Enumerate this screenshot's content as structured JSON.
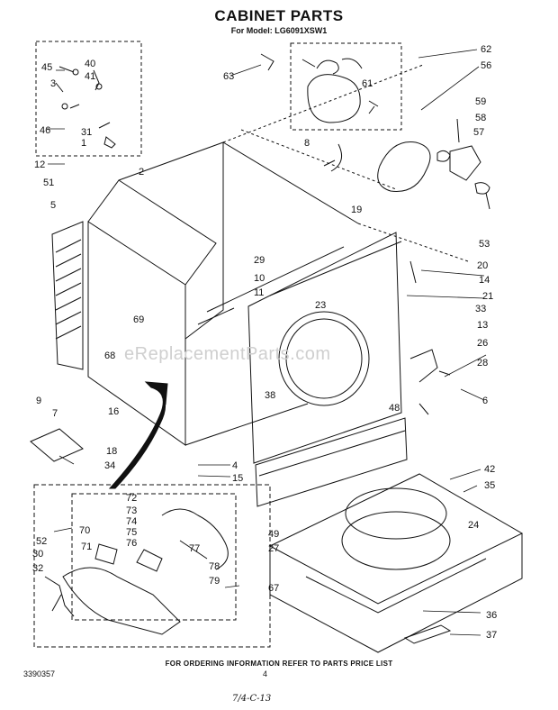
{
  "header": {
    "title": "CABINET PARTS",
    "model_line": "For Model: LG6091XSW1"
  },
  "watermark": "eReplacementParts.com",
  "callouts": [
    "62",
    "56",
    "63",
    "61",
    "45",
    "40",
    "41",
    "3",
    "31",
    "46",
    "1",
    "12",
    "2",
    "51",
    "5",
    "8",
    "59",
    "58",
    "57",
    "53",
    "19",
    "20",
    "14",
    "21",
    "29",
    "10",
    "11",
    "33",
    "13",
    "26",
    "28",
    "23",
    "69",
    "68",
    "38",
    "6",
    "9",
    "7",
    "16",
    "18",
    "34",
    "4",
    "15",
    "48",
    "42",
    "35",
    "24",
    "72",
    "73",
    "74",
    "75",
    "76",
    "77",
    "78",
    "79",
    "52",
    "70",
    "71",
    "30",
    "32",
    "49",
    "27",
    "67",
    "36",
    "37"
  ],
  "footer": {
    "note": "FOR ORDERING INFORMATION REFER TO PARTS PRICE LIST",
    "doc_number": "3390357",
    "page_number": "4",
    "handwritten": "7/4-C-13"
  }
}
